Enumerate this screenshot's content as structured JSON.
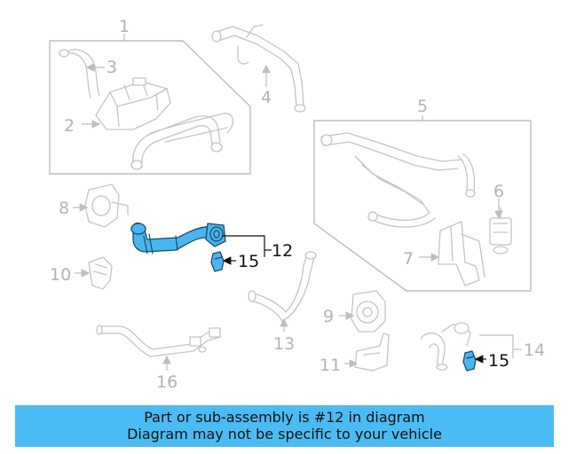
{
  "callouts": {
    "c1": "1",
    "c2": "2",
    "c3": "3",
    "c4": "4",
    "c5": "5",
    "c6": "6",
    "c7": "7",
    "c8": "8",
    "c9": "9",
    "c10": "10",
    "c11": "11",
    "c12": "12",
    "c13": "13",
    "c14": "14",
    "c15a": "15",
    "c15b": "15",
    "c16": "16"
  },
  "highlighted_part": "12",
  "highlight_color": "#4ab5f0",
  "banner": {
    "line1": "Part or sub-assembly is #12 in diagram",
    "line2": "Diagram may not be specific to your vehicle",
    "background": "#4bbcf3"
  }
}
